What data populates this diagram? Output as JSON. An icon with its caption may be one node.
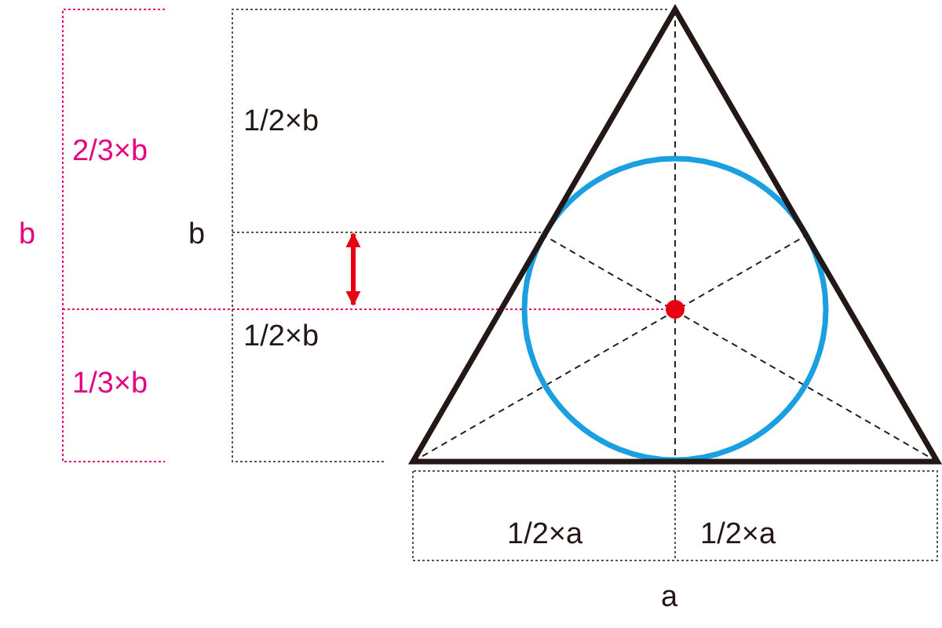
{
  "diagram": {
    "labels": [
      "1/2×b",
      "2/3×b",
      "b",
      "b",
      "1/2×b",
      "1/3×b",
      "1/2×a",
      "1/2×a",
      "a"
    ]
  }
}
